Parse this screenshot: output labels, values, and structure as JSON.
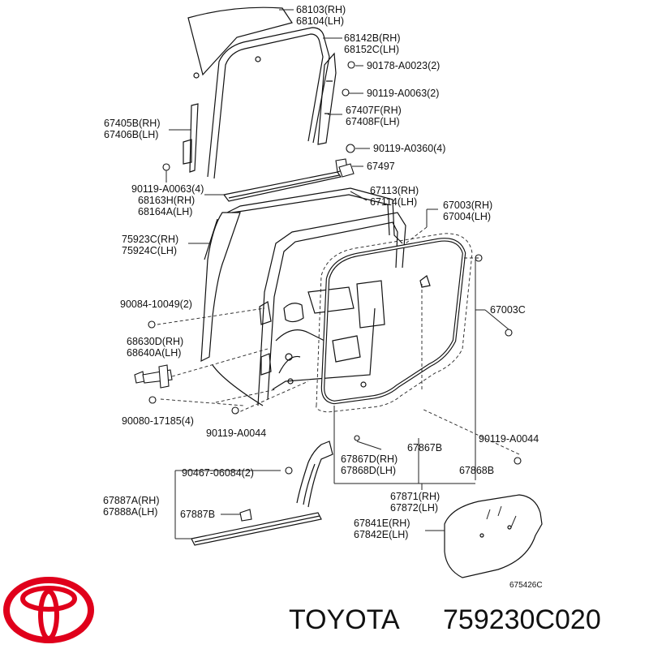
{
  "labels": {
    "l68103": "68103(RH)",
    "l68104": "68104(LH)",
    "l68142": "68142B(RH)",
    "l68152": "68152C(LH)",
    "l90178": "90178-A0023(2)",
    "l90119_0063_2": "90119-A0063(2)",
    "l67407": "67407F(RH)",
    "l67408": "67408F(LH)",
    "l67405": "67405B(RH)",
    "l67406": "67406B(LH)",
    "l90119_0360": "90119-A0360(4)",
    "l67497": "67497",
    "l90119_0063_4": "90119-A0063(4)",
    "l68163": "68163H(RH)",
    "l68164": "68164A(LH)",
    "l67113": "67113(RH)",
    "l67114": "67114(LH)",
    "l67003rh": "67003(RH)",
    "l67004": "67004(LH)",
    "l75923": "75923C(RH)",
    "l75924": "75924C(LH)",
    "l90084": "90084-10049(2)",
    "l67003c": "67003C",
    "l68630": "68630D(RH)",
    "l68640": "68640A(LH)",
    "l90080": "90080-17185(4)",
    "l90119_0044_a": "90119-A0044",
    "l90119_0044_b": "90119-A0044",
    "l67867b": "67867B",
    "l67867d": "67867D(RH)",
    "l67868d": "67868D(LH)",
    "l90467": "90467-06084(2)",
    "l67868b": "67868B",
    "l67887a": "67887A(RH)",
    "l67888a": "67888A(LH)",
    "l67887b": "67887B",
    "l67871": "67871(RH)",
    "l67872": "67872(LH)",
    "l67841": "67841E(RH)",
    "l67842": "67842E(LH)",
    "ref": "675426C"
  },
  "brand": {
    "name": "TOYOTA",
    "part_number": "759230C020",
    "logo_color": "#e0001b"
  }
}
